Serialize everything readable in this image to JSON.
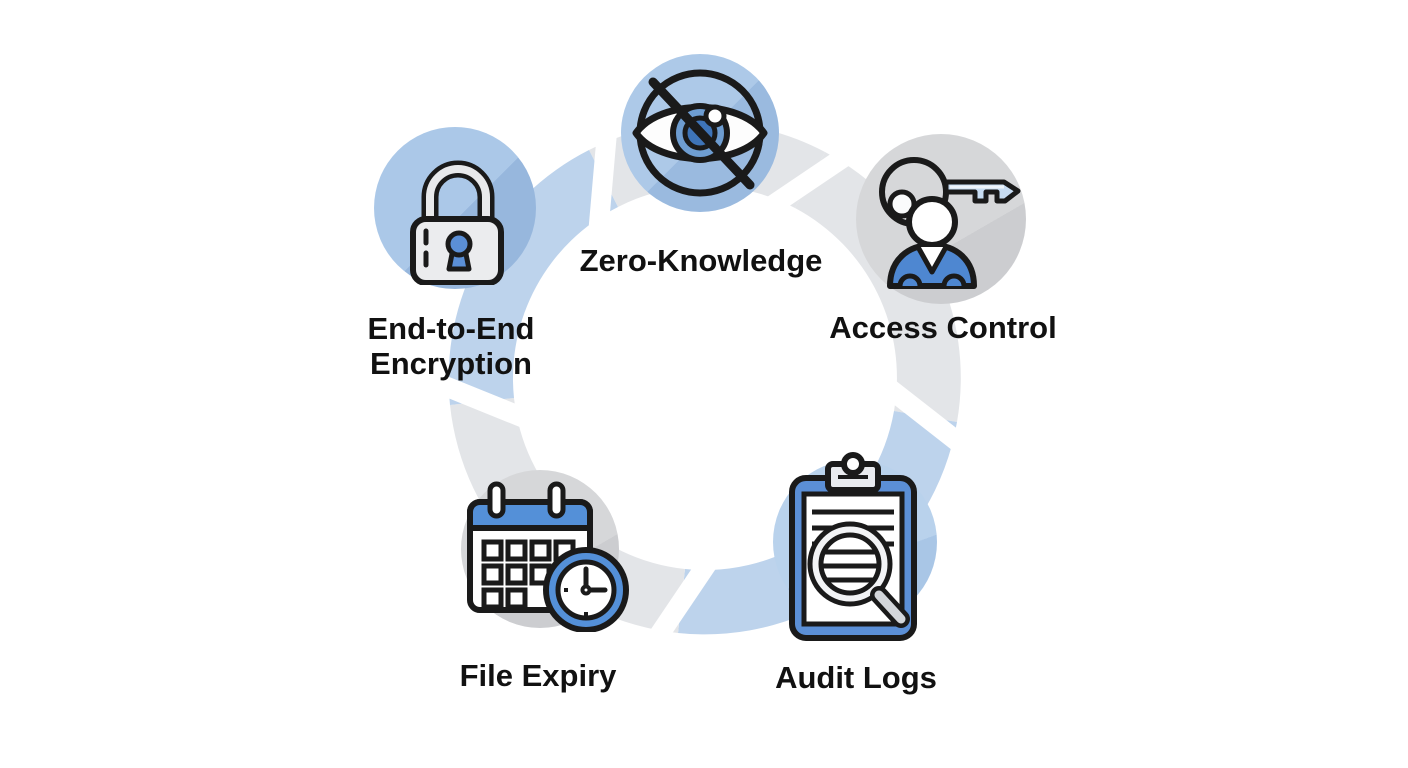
{
  "diagram": {
    "type": "cycle-infographic",
    "items": [
      {
        "label": "Zero-Knowledge",
        "icon": "no-view-eye-icon",
        "circle_color": "#adc9e8"
      },
      {
        "label": "Access Control",
        "icon": "key-user-icon",
        "circle_color": "#d4d5d7"
      },
      {
        "label": "Audit Logs",
        "icon": "clipboard-magnifier-icon",
        "circle_color": "#b5cfeb"
      },
      {
        "label": "File Expiry",
        "icon": "calendar-clock-icon",
        "circle_color": "#d4d5d7"
      },
      {
        "label": "End-to-End Encryption",
        "icon": "padlock-icon",
        "circle_color": "#abc8e8"
      }
    ],
    "colors": {
      "ring_gray": "#e3e5e8",
      "ring_blue": "#bdd3ec",
      "gap_white": "#ffffff",
      "outline": "#1a1a1a",
      "accent_blue": "#4e87d1",
      "icon_blue_fill": "#5b8fd6",
      "label_color": "#111111",
      "background": "#ffffff"
    }
  }
}
